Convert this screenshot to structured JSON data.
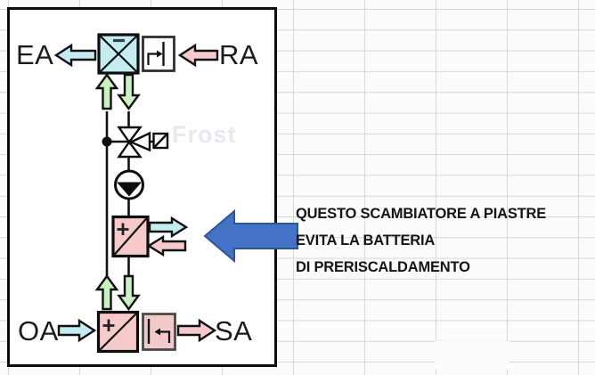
{
  "diagram": {
    "title_hint": "Heat-recovery run-around circuit schematic drawn over a spreadsheet grid",
    "labels": {
      "exhaust_air": "EA",
      "return_air": "RA",
      "outdoor_air": "OA",
      "supply_air": "SA"
    },
    "watermark": "Frost",
    "annotation": {
      "line1": "QUESTO SCAMBIATORE A PIASTRE",
      "line2": "EVITA LA BATTERIA",
      "line3": "DI PRERISCALDAMENTO"
    },
    "icons": {
      "cross_flow_heat_exchanger": "cross-flow-heat-exchanger-icon",
      "extract_fan": "extract-fan-icon",
      "supply_fan": "supply-fan-icon",
      "three_way_valve": "three-way-valve-icon",
      "valve_actuator": "valve-actuator-icon",
      "pump": "pump-icon",
      "plate_exchanger": "plate-heat-exchanger-icon",
      "preheat_coil": "preheat-coil-icon",
      "callout_arrow": "callout-left-arrow-icon"
    },
    "colors": {
      "cyan_fill": "#c5edf1",
      "pink_fill": "#f6caca",
      "green_fill": "#ccf1c3",
      "callout_blue": "#4472c4",
      "callout_blue_border": "#2e5596",
      "grid_line": "#d8d4d8",
      "line_black": "#0d0d0d"
    }
  }
}
